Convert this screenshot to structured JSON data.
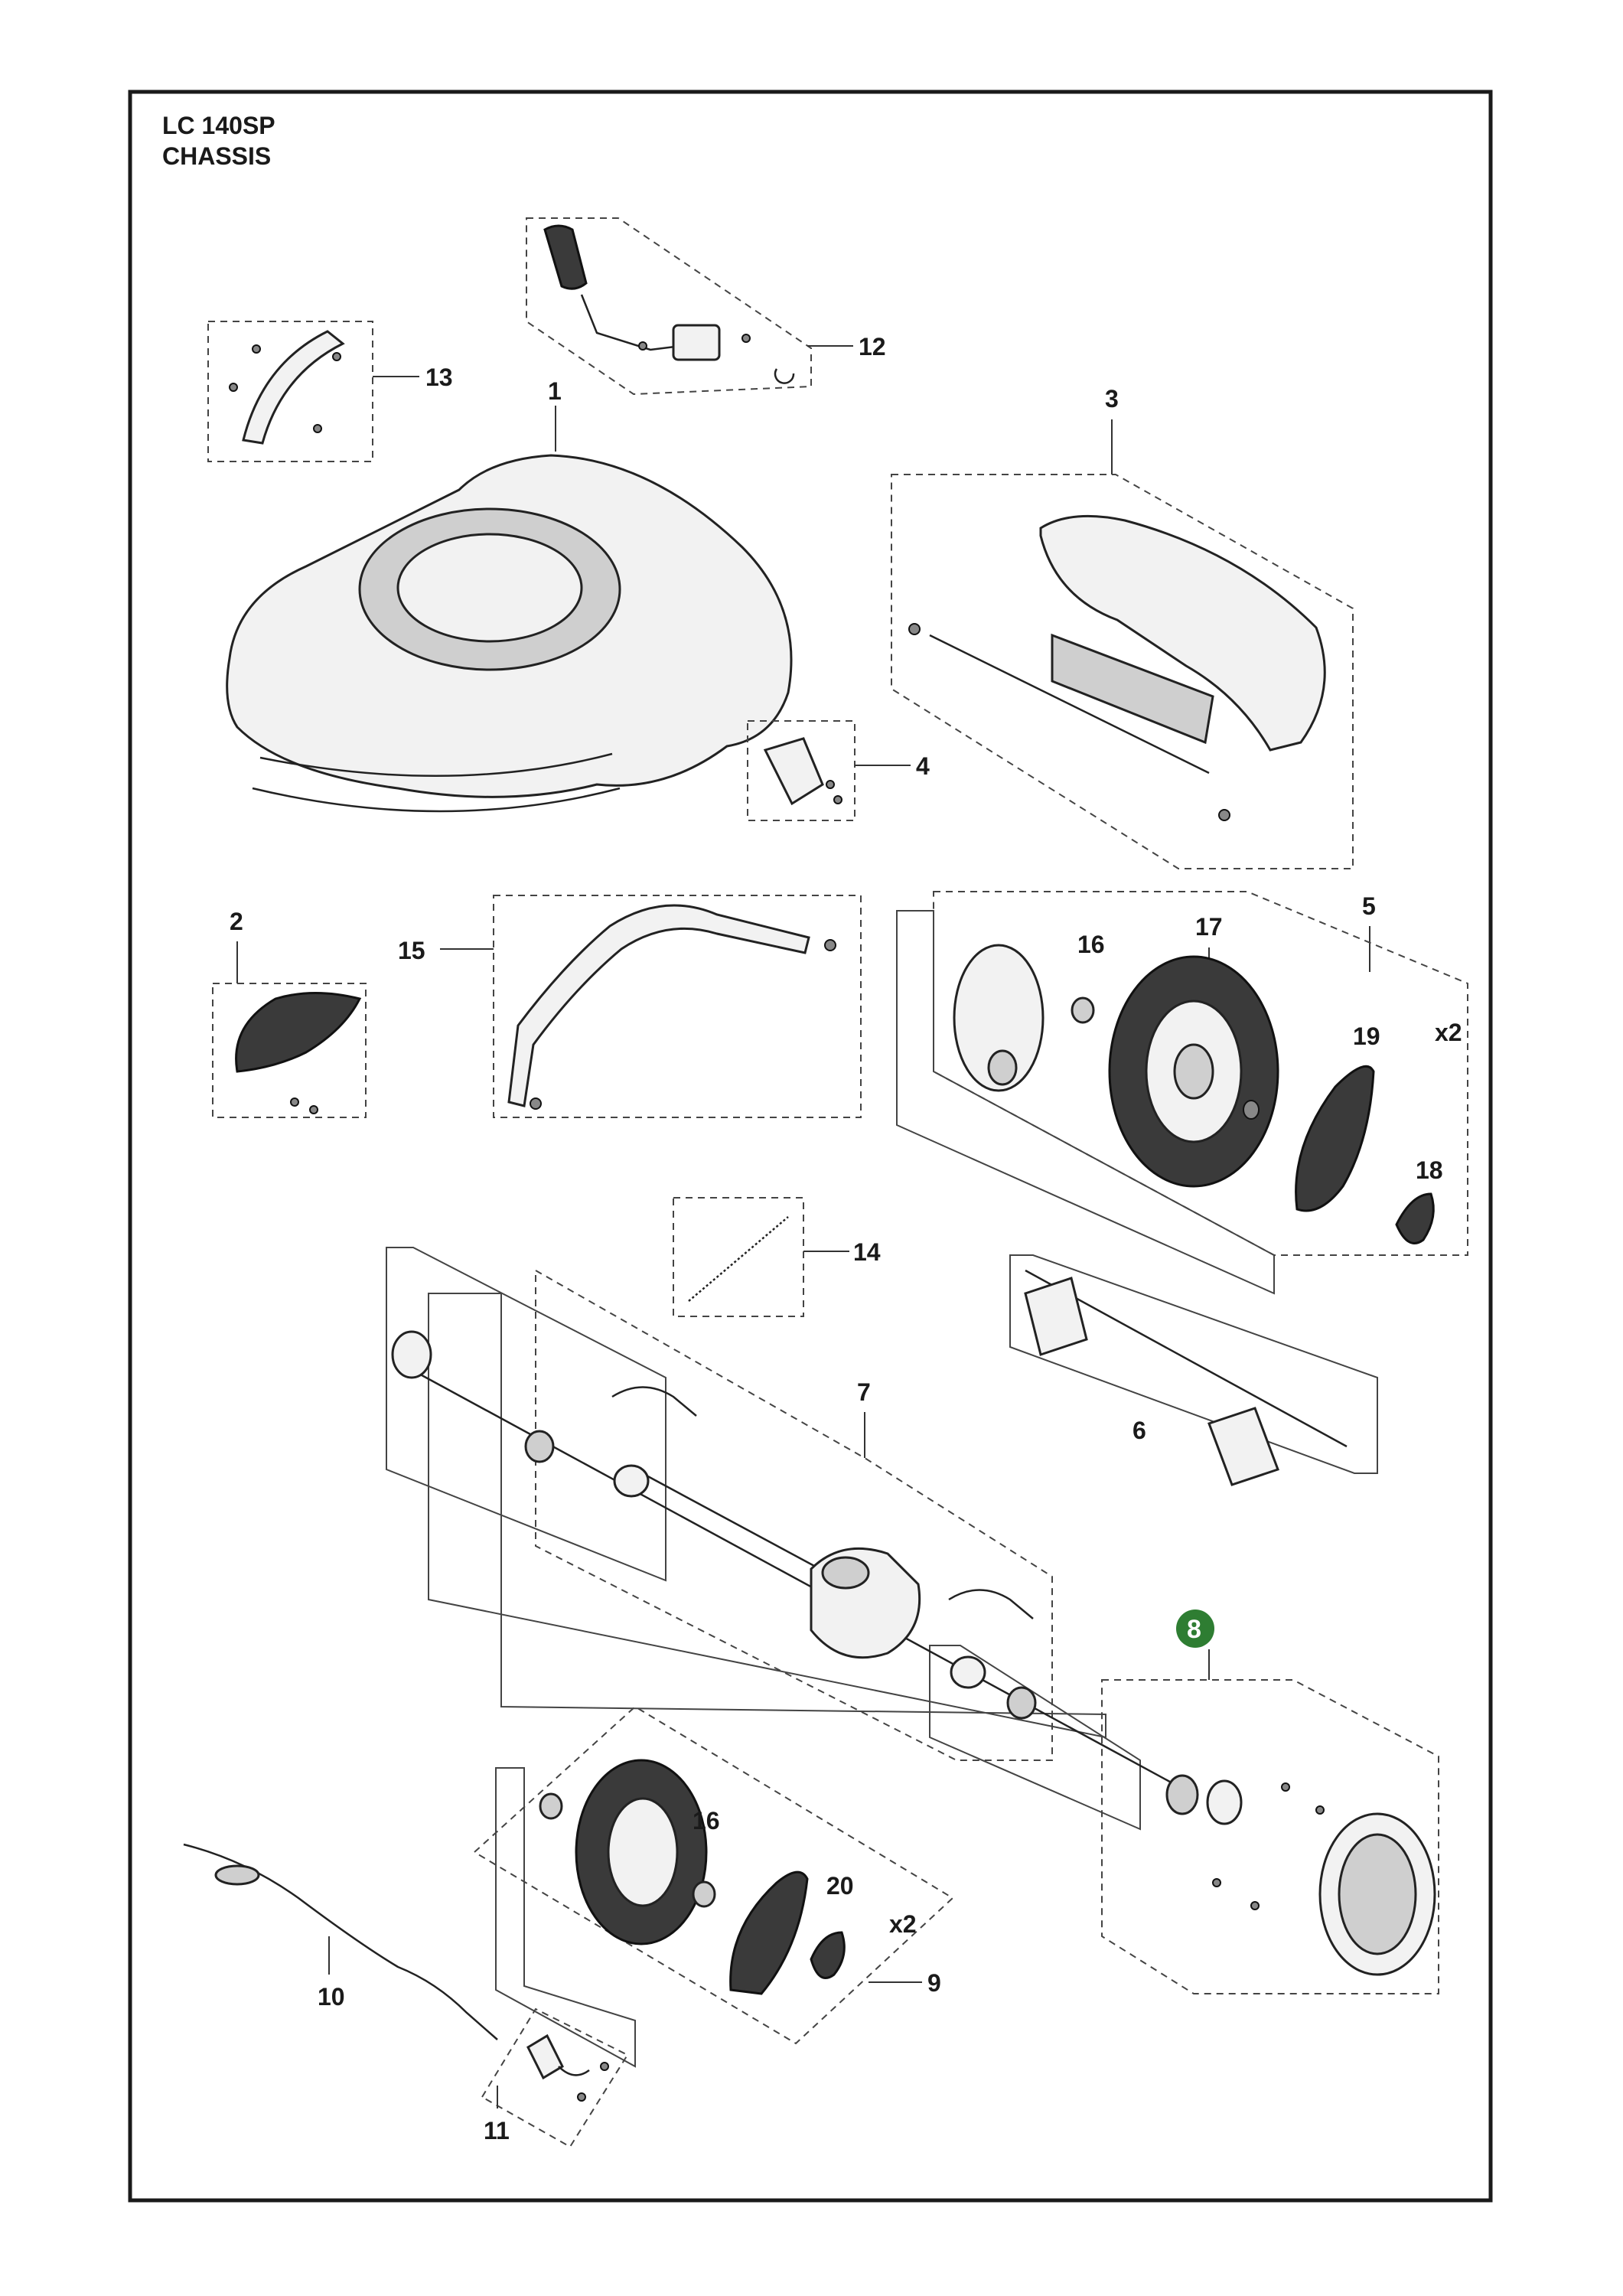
{
  "title": {
    "model": "LC 140SP",
    "section": "CHASSIS"
  },
  "callouts": {
    "c1": "1",
    "c2": "2",
    "c3": "3",
    "c4": "4",
    "c5": "5",
    "c6": "6",
    "c7": "7",
    "c8": "8",
    "c9": "9",
    "c10": "10",
    "c11": "11",
    "c12": "12",
    "c13": "13",
    "c14": "14",
    "c15": "15",
    "c16a": "16",
    "c16b": "16",
    "c17": "17",
    "c18": "18",
    "c19": "19",
    "c20": "20",
    "qty_wheel_rear": "x2",
    "qty_wheel_front": "x2"
  },
  "highlight": {
    "part": "8",
    "color": "#2e7d32"
  }
}
